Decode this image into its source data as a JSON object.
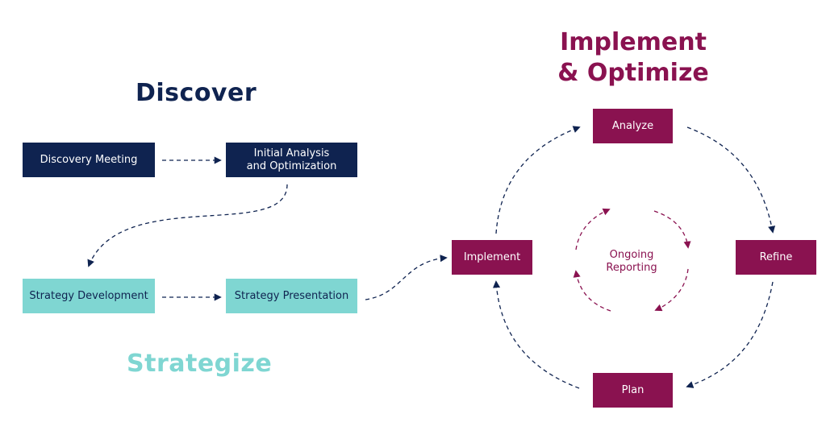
{
  "colors": {
    "navy": "#0f2350",
    "teal": "#7fd6d2",
    "wine": "#8a1250",
    "background": "#ffffff"
  },
  "sections": {
    "discover": "Discover",
    "strategize": "Strategize",
    "implement_optimize": [
      "Implement",
      "& Optimize"
    ]
  },
  "nodes": {
    "discovery_meeting": "Discovery Meeting",
    "initial_analysis": [
      "Initial Analysis",
      "and Optimization"
    ],
    "strategy_development": "Strategy Development",
    "strategy_presentation": "Strategy Presentation",
    "analyze": "Analyze",
    "implement": "Implement",
    "refine": "Refine",
    "plan": "Plan",
    "ongoing_reporting": [
      "Ongoing",
      "Reporting"
    ]
  },
  "edges": [
    {
      "from": "Discovery Meeting",
      "to": "Initial Analysis and Optimization"
    },
    {
      "from": "Initial Analysis and Optimization",
      "to": "Strategy Development"
    },
    {
      "from": "Strategy Development",
      "to": "Strategy Presentation"
    },
    {
      "from": "Strategy Presentation",
      "to": "Implement"
    },
    {
      "from": "Implement",
      "to": "Analyze"
    },
    {
      "from": "Analyze",
      "to": "Refine"
    },
    {
      "from": "Refine",
      "to": "Plan"
    },
    {
      "from": "Plan",
      "to": "Implement"
    }
  ]
}
